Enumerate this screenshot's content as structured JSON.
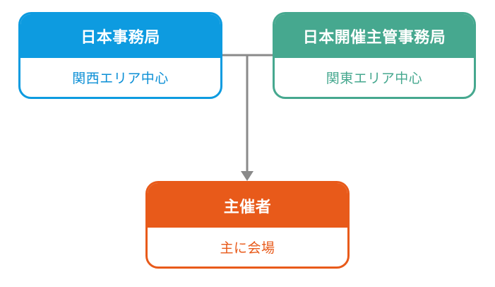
{
  "diagram": {
    "nodes": {
      "japan_office": {
        "title": "日本事務局",
        "subtitle": "関西エリア中心",
        "color": "#0d9be0"
      },
      "host_office": {
        "title": "日本開催主管事務局",
        "subtitle": "関東エリア中心",
        "color": "#46a88f"
      },
      "organizer": {
        "title": "主催者",
        "subtitle": "主に会場",
        "color": "#e85a1a"
      }
    },
    "connector_color": "#8a8a8a",
    "edges": [
      {
        "from": "japan_office",
        "to": "organizer"
      },
      {
        "from": "host_office",
        "to": "organizer"
      }
    ]
  }
}
